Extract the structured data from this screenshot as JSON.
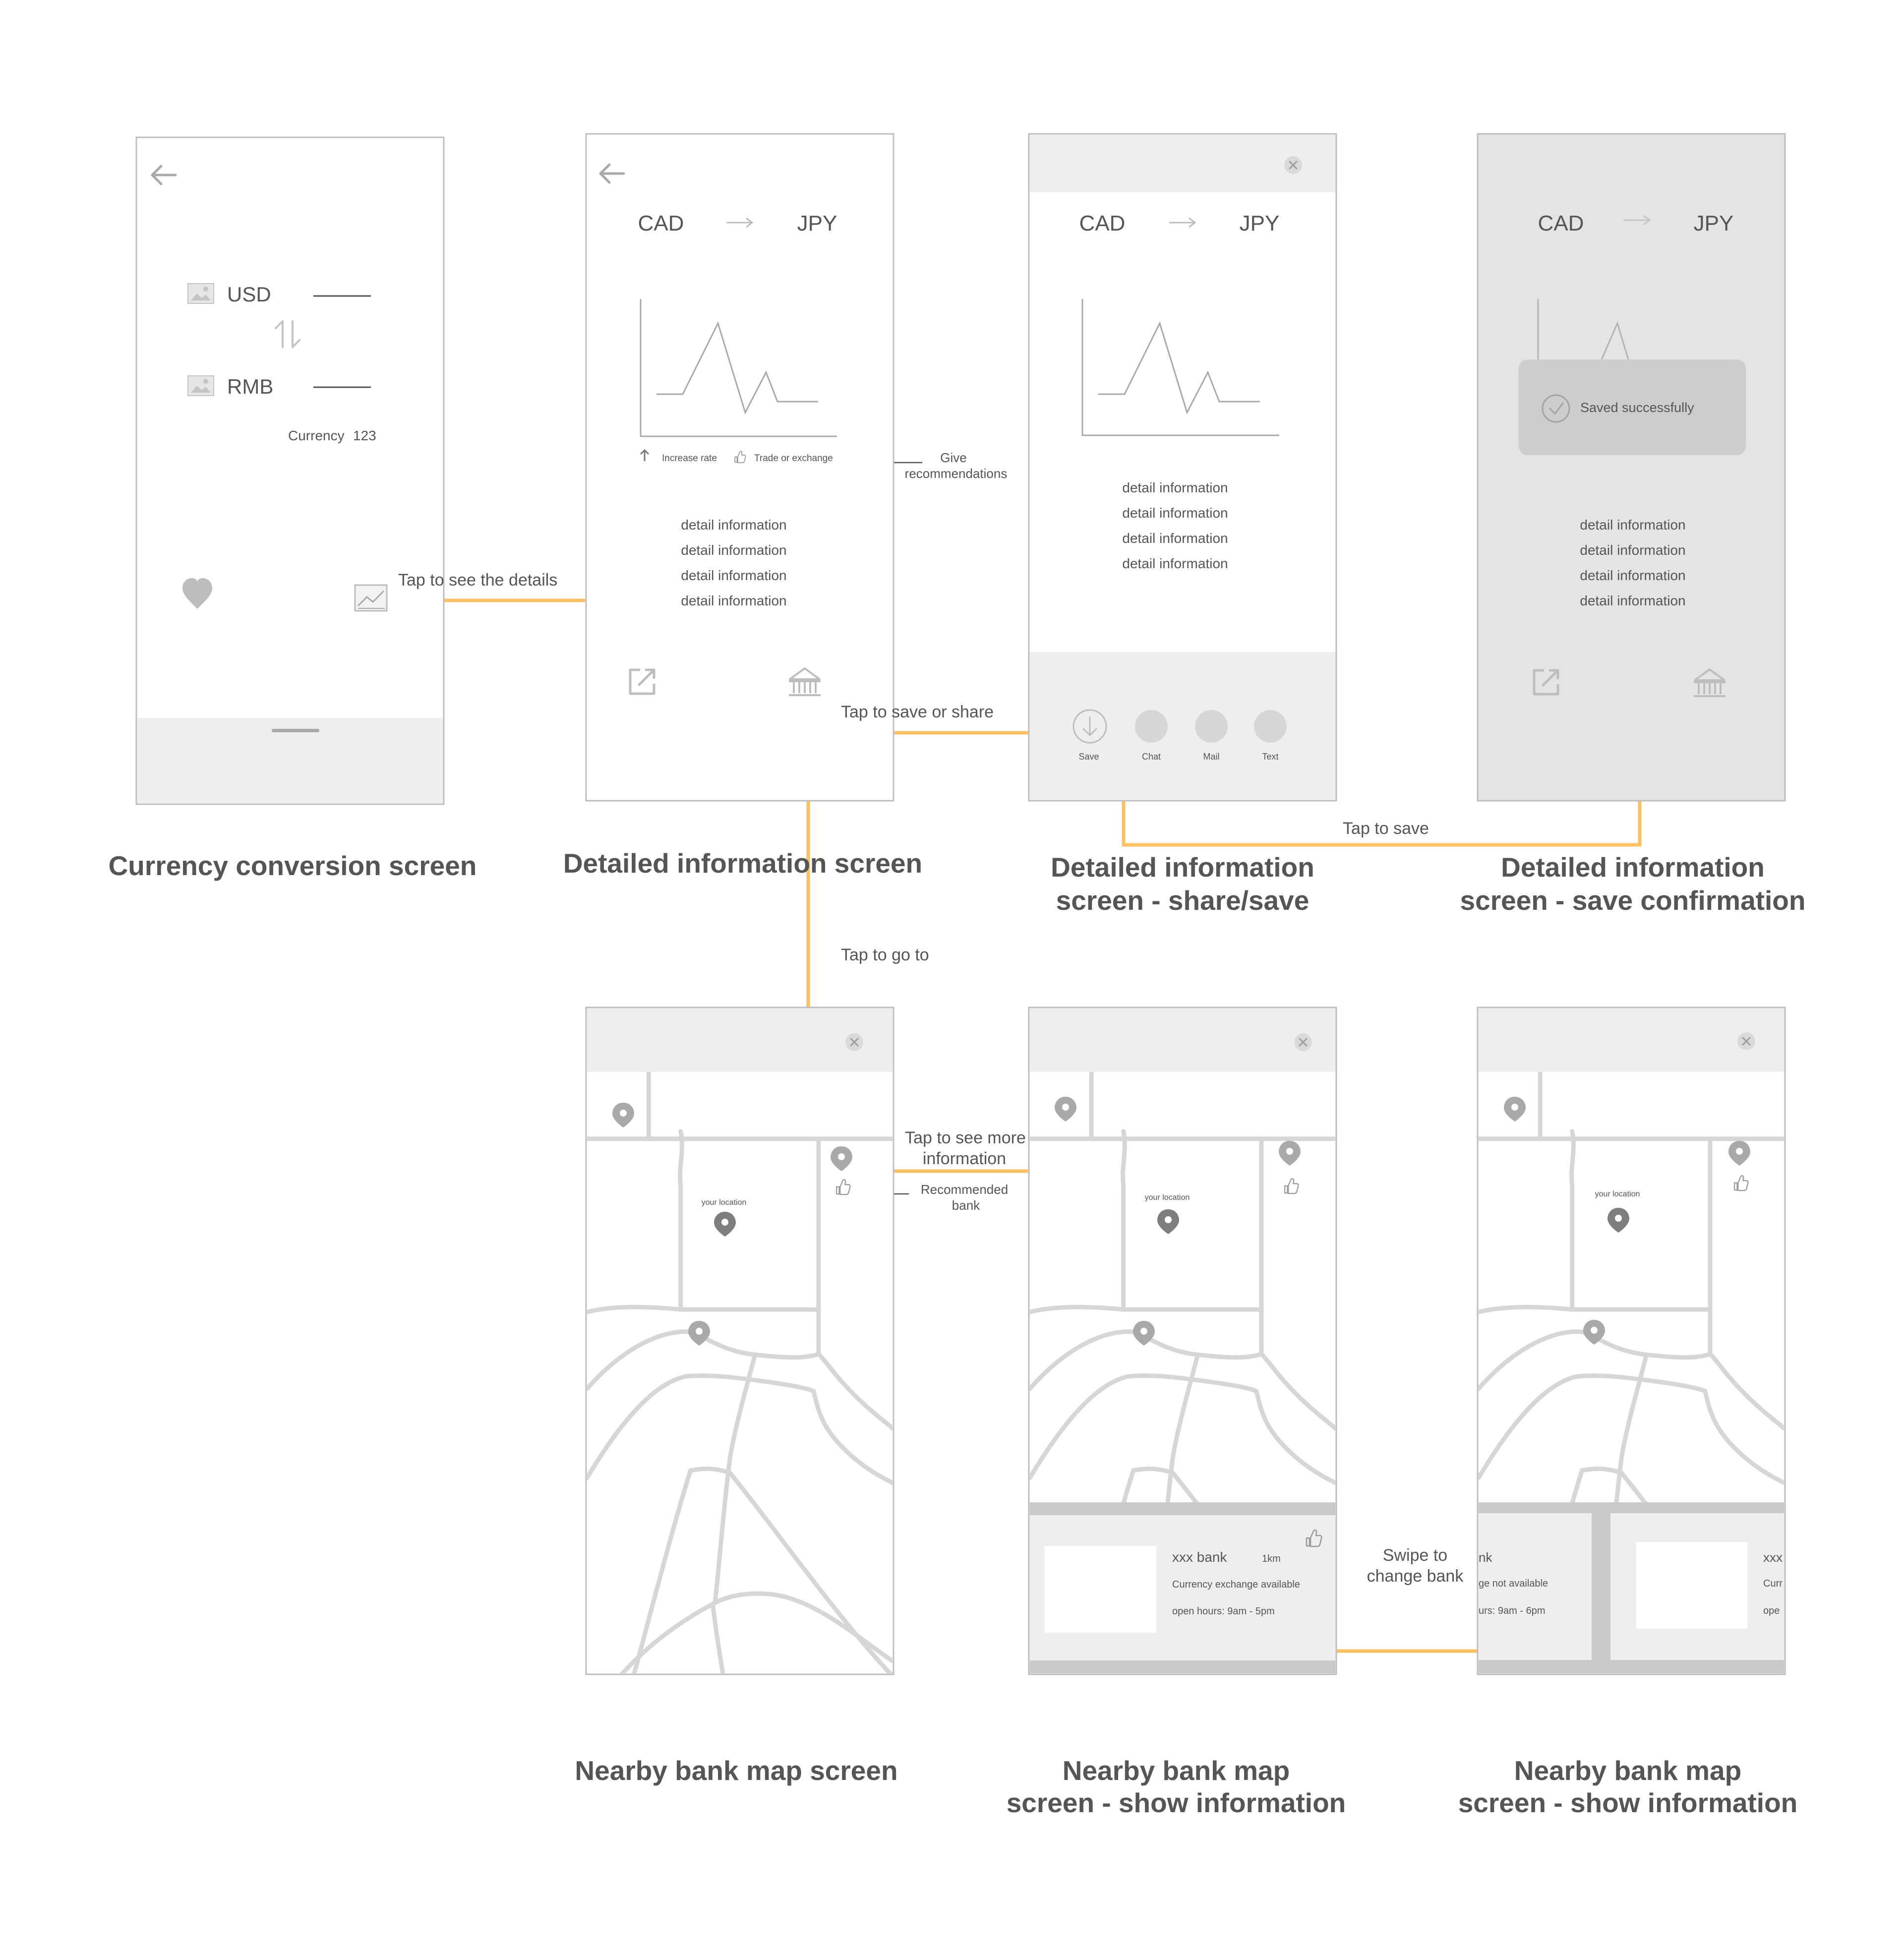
{
  "screens": {
    "currency": {
      "caption": "Currency conversion screen",
      "from_currency": "USD",
      "to_currency": "RMB",
      "currency_label": "Currency",
      "currency_value": "123"
    },
    "detail": {
      "caption": "Detailed information screen",
      "from": "CAD",
      "to": "JPY",
      "legend_increase": "Increase rate",
      "legend_trade": "Trade or exchange",
      "detail_lines": [
        "detail information",
        "detail information",
        "detail information",
        "detail information"
      ]
    },
    "share": {
      "caption_line1": "Detailed information",
      "caption_line2": "screen - share/save",
      "from": "CAD",
      "to": "JPY",
      "detail_lines": [
        "detail information",
        "detail information",
        "detail information",
        "detail information"
      ],
      "actions": [
        "Save",
        "Chat",
        "Mail",
        "Text"
      ]
    },
    "confirm": {
      "caption_line1": "Detailed information",
      "caption_line2": "screen - save confirmation",
      "from": "CAD",
      "to": "JPY",
      "toast": "Saved successfully",
      "detail_lines": [
        "detail information",
        "detail information",
        "detail information",
        "detail information"
      ]
    },
    "map1": {
      "caption": "Nearby bank map screen",
      "your_location": "your location"
    },
    "map2": {
      "caption_line1": "Nearby bank map",
      "caption_line2": "screen -  show information",
      "your_location": "your location",
      "bank_name": "xxx bank",
      "bank_distance": "1km",
      "bank_service": "Currency exchange available",
      "bank_hours": "open hours: 9am - 5pm"
    },
    "map3": {
      "caption_line1": "Nearby bank map",
      "caption_line2": "screen -  show information",
      "your_location": "your location",
      "left_card_name": "nk",
      "left_card_service": "ge not available",
      "left_card_hours": "urs: 9am - 6pm",
      "right_card_name": "xxx",
      "right_card_service": "Curr",
      "right_card_hours": "ope"
    }
  },
  "annotations": {
    "tap_details": "Tap to see the details",
    "give_line1": "Give",
    "give_line2": "recommendations",
    "tap_save_share": "Tap to save or share",
    "tap_save": "Tap to save",
    "tap_go": "Tap to go to",
    "tap_more_line1": "Tap to see more",
    "tap_more_line2": "information",
    "recommended_line1": "Recommended",
    "recommended_line2": "bank",
    "swipe_line1": "Swipe to",
    "swipe_line2": "change bank"
  },
  "colors": {
    "flow_line": "#F9C064",
    "frame_border": "#BDBDBD",
    "panel_fill": "#EEEEEE",
    "overlay_fill": "#E4E4E4",
    "map_road": "#D6D6D6",
    "pin": "#A9A9A9"
  }
}
